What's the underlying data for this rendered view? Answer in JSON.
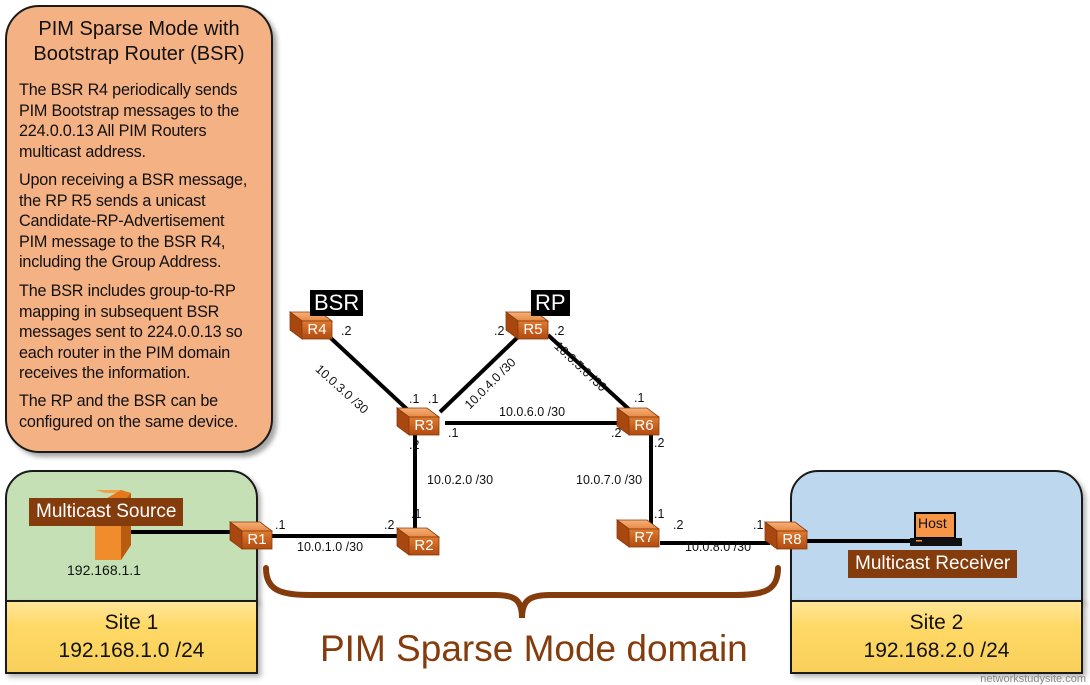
{
  "info_box": {
    "title_line1": "PIM Sparse Mode with",
    "title_line2": "Bootstrap Router (BSR)",
    "paragraphs": [
      [
        "The BSR R4 periodically sends",
        "PIM Bootstrap messages to the",
        "224.0.0.13 All PIM Routers",
        "multicast address."
      ],
      [
        "Upon receiving a BSR message,",
        "the RP R5 sends a unicast",
        "Candidate-RP-Advertisement",
        "PIM message to the BSR R4,",
        "including the Group Address."
      ],
      [
        "The BSR includes group-to-RP",
        "mapping in subsequent BSR",
        "messages sent to 224.0.0.13 so",
        "each router in the PIM domain",
        "receives the information."
      ],
      [
        "The RP and the BSR can be",
        "configured on the same device."
      ]
    ]
  },
  "routers": {
    "r1": "R1",
    "r2": "R2",
    "r3": "R3",
    "r4": "R4",
    "r5": "R5",
    "r6": "R6",
    "r7": "R7",
    "r8": "R8"
  },
  "roles": {
    "bsr": "BSR",
    "rp": "RP"
  },
  "links": {
    "r1_r2": "10.0.1.0 /30",
    "r2_r3": "10.0.2.0 /30",
    "r3_r4": "10.0.3.0 /30",
    "r3_r5": "10.0.4.0 /30",
    "r5_r6": "10.0.5.0 /30",
    "r3_r6": "10.0.6.0 /30",
    "r6_r7": "10.0.7.0 /30",
    "r7_r8": "10.0.8.0 /30"
  },
  "interfaces": {
    "r4": ".2",
    "r3_to_r4": ".1",
    "r3_to_r5": ".1",
    "r3_to_r6": ".1",
    "r3_to_r2": ".2",
    "r5_left": ".2",
    "r5_right": ".2",
    "r6_to_r5": ".1",
    "r6_to_r3": ".2",
    "r6_to_r7": ".2",
    "r2_to_r3": ".1",
    "r2_to_r1": ".2",
    "r1": ".1",
    "r7_to_r6": ".1",
    "r7_to_r8": ".2",
    "r8": ".1"
  },
  "site1": {
    "device_label": "Multicast Source",
    "ip": "192.168.1.1",
    "name": "Site 1",
    "subnet": "192.168.1.0 /24"
  },
  "site2": {
    "device_label": "Multicast Receiver",
    "host": "Host",
    "name": "Site 2",
    "subnet": "192.168.2.0 /24"
  },
  "domain_label": "PIM Sparse Mode domain",
  "watermark": "networkstudysite.com",
  "colors": {
    "info_bg": "#f4b183",
    "site1_bg": "#c5e0b4",
    "site2_bg": "#bdd7ee",
    "site_label_bg": "#ffd966",
    "brown": "#843c0c",
    "router": "#c55a11"
  }
}
